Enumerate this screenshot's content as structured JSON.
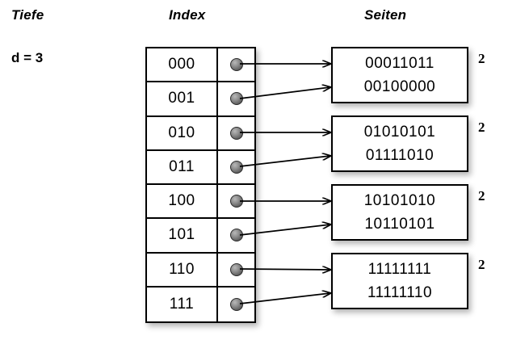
{
  "headers": {
    "depth": "Tiefe",
    "index": "Index",
    "pages": "Seiten"
  },
  "depth": {
    "label": "d = 3"
  },
  "index_table": {
    "rows": [
      {
        "key": "000",
        "pointer_icon": "filled-dot-icon",
        "target_page": 0
      },
      {
        "key": "001",
        "pointer_icon": "filled-dot-icon",
        "target_page": 0
      },
      {
        "key": "010",
        "pointer_icon": "filled-dot-icon",
        "target_page": 1
      },
      {
        "key": "011",
        "pointer_icon": "filled-dot-icon",
        "target_page": 1
      },
      {
        "key": "100",
        "pointer_icon": "filled-dot-icon",
        "target_page": 2
      },
      {
        "key": "101",
        "pointer_icon": "filled-dot-icon",
        "target_page": 2
      },
      {
        "key": "110",
        "pointer_icon": "filled-dot-icon",
        "target_page": 3
      },
      {
        "key": "111",
        "pointer_icon": "filled-dot-icon",
        "target_page": 3
      }
    ]
  },
  "pages": [
    {
      "lines": [
        "00011011",
        "00100000"
      ],
      "local_depth": "2"
    },
    {
      "lines": [
        "01010101",
        "01111010"
      ],
      "local_depth": "2"
    },
    {
      "lines": [
        "10101010",
        "10110101"
      ],
      "local_depth": "2"
    },
    {
      "lines": [
        "11111111",
        "11111110"
      ],
      "local_depth": "2"
    }
  ],
  "colors": {
    "background": "#ffffff",
    "stroke": "#000000",
    "dot_fill": "#6e6e6e",
    "shadow": "rgba(0,0,0,0.30)"
  }
}
